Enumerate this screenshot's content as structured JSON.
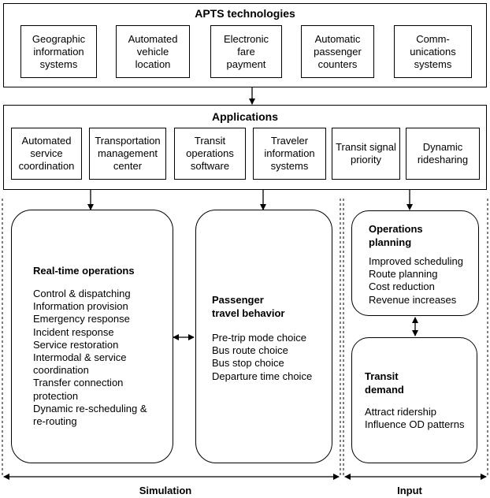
{
  "tech": {
    "title": "APTS technologies",
    "items": [
      "Geographic\ninformation\nsystems",
      "Automated\nvehicle\nlocation",
      "Electronic\nfare\npayment",
      "Automatic\npassenger\ncounters",
      "Comm-\nunications\nsystems"
    ]
  },
  "apps": {
    "title": "Applications",
    "items": [
      "Automated\nservice\ncoordination",
      "Transportation\nmanagement\ncenter",
      "Transit\noperations\nsoftware",
      "Traveler\ninformation\nsystems",
      "Transit signal\npriority",
      "Dynamic\nridesharing"
    ]
  },
  "realtime": {
    "title": "Real-time operations",
    "items": [
      "Control & dispatching",
      "Information provision",
      "Emergency response",
      "Incident response",
      "Service restoration",
      "Intermodal & service\n        coordination",
      "Transfer connection\n        protection",
      "Dynamic re-scheduling &\n        re-routing"
    ]
  },
  "passenger": {
    "title": "Passenger\ntravel behavior",
    "items": [
      "Pre-trip mode choice",
      "Bus route choice",
      "Bus stop choice",
      "Departure time choice"
    ]
  },
  "opsplanning": {
    "title": "Operations\nplanning",
    "items": [
      "Improved scheduling",
      "Route planning",
      "Cost reduction",
      "Revenue increases"
    ]
  },
  "demand": {
    "title": "Transit\ndemand",
    "items": [
      "Attract ridership",
      "Influence OD patterns"
    ]
  },
  "footer": {
    "simulation": "Simulation",
    "input": "Input"
  }
}
